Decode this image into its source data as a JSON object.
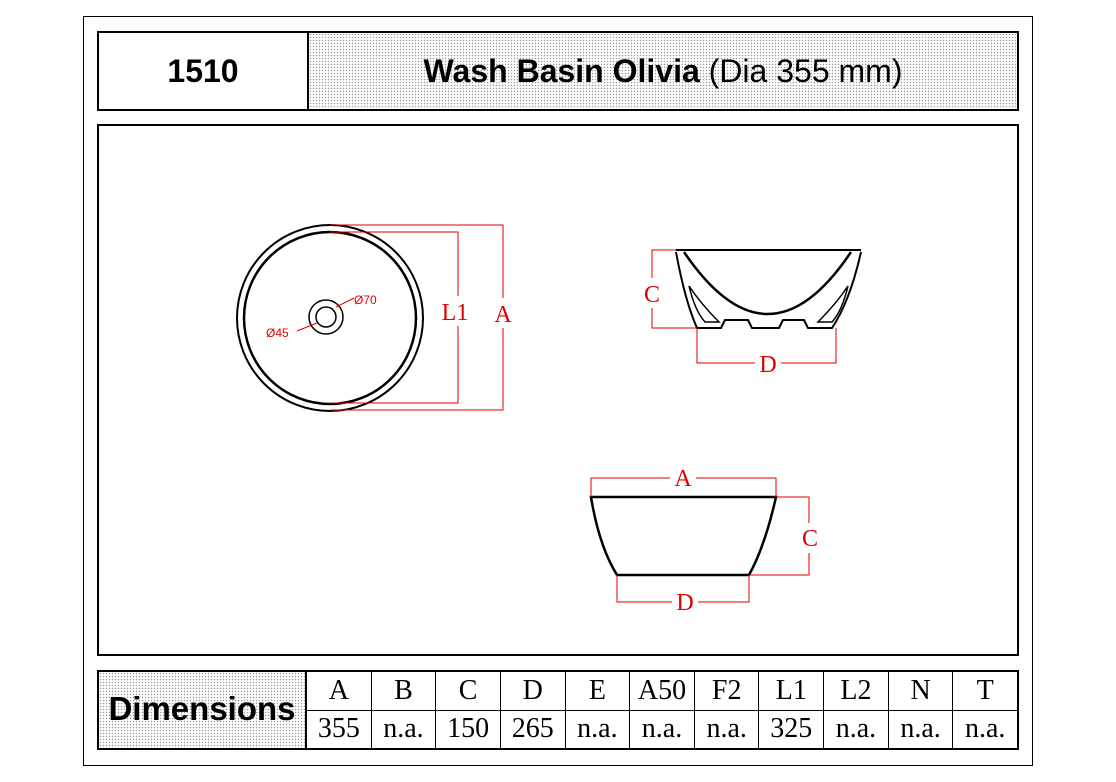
{
  "header": {
    "code": "1510",
    "product_name": "Wash Basin Olivia",
    "product_dia": "(Dia 355 mm)"
  },
  "drawing": {
    "top_view": {
      "outer_label": "A",
      "inner_label": "L1",
      "drain_outer": "Ø70",
      "drain_inner": "Ø45"
    },
    "section_view": {
      "height_label": "C",
      "base_label": "D"
    },
    "side_view": {
      "width_label": "A",
      "height_label": "C",
      "base_label": "D"
    },
    "colors": {
      "dimension": "#e00000",
      "outline": "#000000"
    }
  },
  "dimensions": {
    "label": "Dimensions",
    "columns": [
      {
        "key": "A",
        "value": "355"
      },
      {
        "key": "B",
        "value": "n.a."
      },
      {
        "key": "C",
        "value": "150"
      },
      {
        "key": "D",
        "value": "265"
      },
      {
        "key": "E",
        "value": "n.a."
      },
      {
        "key": "A50",
        "value": "n.a."
      },
      {
        "key": "F2",
        "value": "n.a."
      },
      {
        "key": "L1",
        "value": "325"
      },
      {
        "key": "L2",
        "value": "n.a."
      },
      {
        "key": "N",
        "value": "n.a."
      },
      {
        "key": "T",
        "value": "n.a."
      }
    ]
  }
}
